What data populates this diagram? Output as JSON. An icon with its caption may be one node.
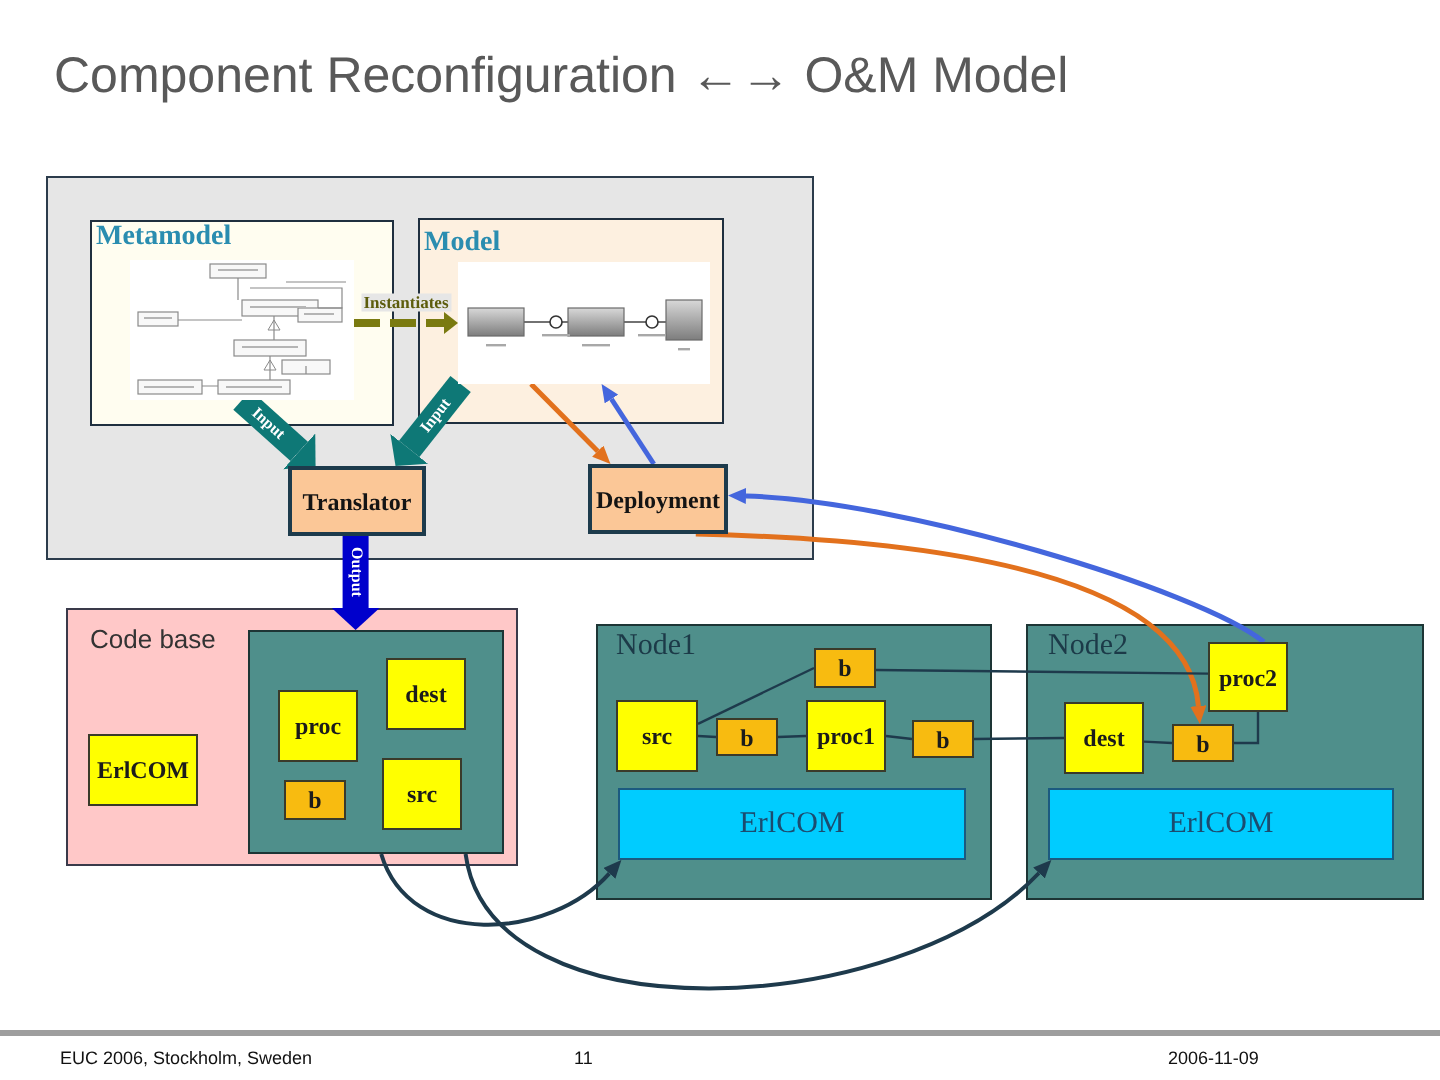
{
  "diagram": {
    "title": "Component Reconfiguration ←→ O&M Model",
    "nodes": [
      {
        "text": [],
        "shape": "box"
      },
      {
        "text": [
          "Metamodel"
        ],
        "in": 0
      },
      {
        "text": [],
        "shape": "picture",
        "in": 1
      },
      {
        "text": [
          "Model"
        ],
        "in": 0
      },
      {
        "text": [],
        "shape": "picture",
        "in": 3
      },
      {
        "text": [
          "Translator"
        ],
        "in": 0
      },
      {
        "text": [
          "Deployment"
        ],
        "in": 0
      },
      {
        "text": [
          "Code base"
        ]
      },
      {
        "text": [
          "ErlCOM"
        ],
        "in": 7
      },
      {
        "text": [],
        "shape": "box",
        "in": 7
      },
      {
        "text": [
          "proc"
        ],
        "in": 9
      },
      {
        "text": [
          "dest"
        ],
        "in": 9
      },
      {
        "text": [
          "b"
        ],
        "in": 9
      },
      {
        "text": [
          "src"
        ],
        "in": 9
      },
      {
        "text": [
          "Node1"
        ]
      },
      {
        "text": [
          "b"
        ],
        "in": 14
      },
      {
        "text": [
          "src"
        ],
        "in": 14
      },
      {
        "text": [
          "b"
        ],
        "in": 14
      },
      {
        "text": [
          "proc1"
        ],
        "in": 14
      },
      {
        "text": [
          "b"
        ],
        "in": 14
      },
      {
        "text": [
          "ErlCOM"
        ],
        "in": 14
      },
      {
        "text": [
          "Node2"
        ]
      },
      {
        "text": [
          "proc2"
        ],
        "in": 21
      },
      {
        "text": [
          "dest"
        ],
        "in": 21
      },
      {
        "text": [
          "b"
        ],
        "in": 21
      },
      {
        "text": [
          "ErlCOM"
        ],
        "in": 21
      }
    ],
    "edges": [
      {
        "from": 2,
        "to": 4,
        "arrow": "to",
        "label": "Instantiates",
        "style": "dashed",
        "color": "#7a7a10"
      },
      {
        "from": 2,
        "to": 5,
        "arrow": "to",
        "label": "Input",
        "style": "thick",
        "color": "#0e7876"
      },
      {
        "from": 4,
        "to": 5,
        "arrow": "to",
        "label": "Input",
        "style": "thick",
        "color": "#0e7876"
      },
      {
        "from": 5,
        "to": 9,
        "arrow": "to",
        "label": "Output",
        "style": "thick",
        "color": "#0000cc"
      },
      {
        "from": 4,
        "to": 6,
        "arrow": "to",
        "color": "#e2711d"
      },
      {
        "from": 6,
        "to": 4,
        "arrow": "to",
        "color": "#4466dd"
      },
      {
        "from": 6,
        "to": 24,
        "arrow": "to",
        "color": "#e2711d"
      },
      {
        "from": 22,
        "to": 6,
        "arrow": "to",
        "color": "#4466dd"
      },
      {
        "from": 16,
        "to": 17,
        "arrow": "none"
      },
      {
        "from": 17,
        "to": 18,
        "arrow": "none"
      },
      {
        "from": 18,
        "to": 19,
        "arrow": "none"
      },
      {
        "from": 19,
        "to": 23,
        "arrow": "none"
      },
      {
        "from": 16,
        "to": 15,
        "arrow": "none"
      },
      {
        "from": 15,
        "to": 22,
        "arrow": "none"
      },
      {
        "from": 23,
        "to": 24,
        "arrow": "none"
      },
      {
        "from": 24,
        "to": 22,
        "arrow": "none"
      },
      {
        "from": 9,
        "to": 20,
        "arrow": "to"
      },
      {
        "from": 9,
        "to": 25,
        "arrow": "to"
      }
    ],
    "labels": [
      "EUC 2006, Stockholm, Sweden",
      "11",
      "2006-11-09"
    ]
  }
}
